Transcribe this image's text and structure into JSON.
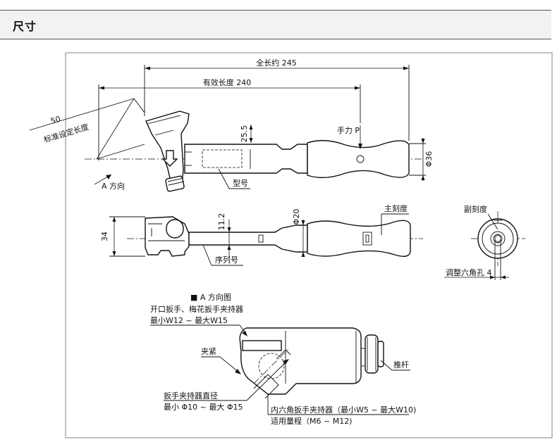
{
  "header": {
    "title": "尺寸"
  },
  "top_view": {
    "overall_length": "全长约 245",
    "effective_length": "有效长度 240",
    "std_setting_value": "50",
    "std_setting_label": "标准设定长度",
    "height_25": "25.5",
    "force_p": "手力 P",
    "diameter_36": "Φ36",
    "model_label": "型号",
    "a_direction": "A 方向"
  },
  "side_view": {
    "height_34": "34",
    "height_11": "11.2",
    "diameter_20": "Φ20",
    "main_scale": "主刻度",
    "serial_label": "序列号"
  },
  "end_view": {
    "sub_scale": "副刻度",
    "hex_hole": "调整六角孔 4"
  },
  "a_view": {
    "title": "■ A 方向图",
    "wrench_holder_line1": "开口扳手、梅花扳手夹持器",
    "wrench_holder_line2": "最小W12 ~ 最大W15",
    "clamp": "夹紧",
    "push_rod": "推杆",
    "holder_diameter_line1": "扳手夹持器直径",
    "holder_diameter_line2": "最小 Φ10 ~ 最大 Φ15",
    "hex_holder_line1": "内六角扳手夹持器（最小W5 ~ 最大W10)",
    "hex_holder_line2": "适用量程（M6 ~ M12)"
  }
}
